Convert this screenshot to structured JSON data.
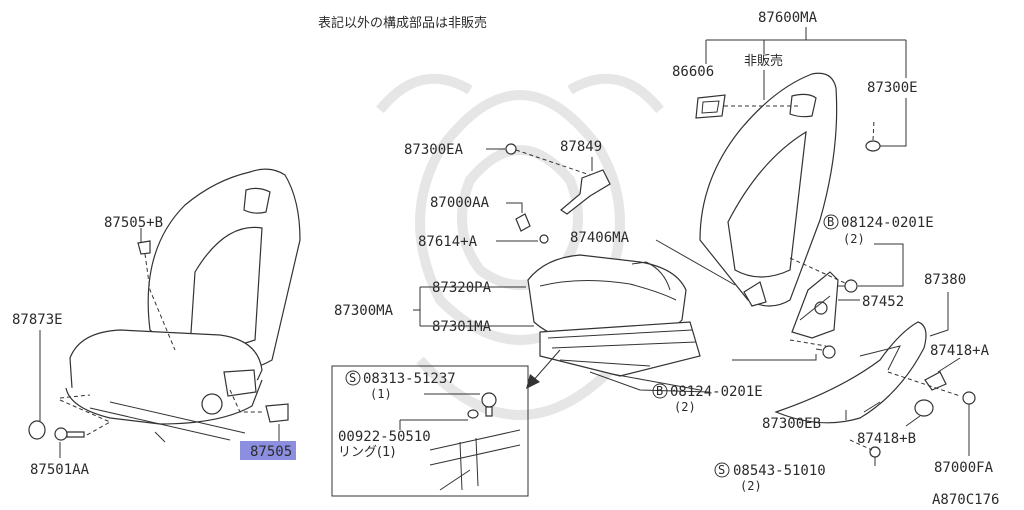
{
  "header": {
    "note": "表記以外の構成部品は非販売",
    "figure_id": "A870C176"
  },
  "labels": {
    "p87600MA": "87600MA",
    "p86606": "86606",
    "not_sold": "非販売",
    "p87300E": "87300E",
    "p87300EA": "87300EA",
    "p87849": "87849",
    "p87000AA": "87000AA",
    "p87614A": "87614+A",
    "p87406MA": "87406MA",
    "b08124_top": "08124-0201E",
    "b08124_top_qty": "(2)",
    "p87380": "87380",
    "p87452": "87452",
    "p87320PA": "87320PA",
    "p87300MA": "87300MA",
    "p87301MA": "87301MA",
    "p87505B": "87505+B",
    "p87873E": "87873E",
    "p87501AA": "87501AA",
    "p87505": "87505",
    "s08313": "08313-51237",
    "s08313_qty": "(1)",
    "p00922": "00922-50510",
    "ring": "リング(1)",
    "b08124_bot": "08124-0201E",
    "b08124_bot_qty": "(2)",
    "p87418A": "87418+A",
    "p87300EB": "87300EB",
    "p87418B": "87418+B",
    "s08543": "08543-51010",
    "s08543_qty": "(2)",
    "p87000FA": "87000FA",
    "circle_b": "B",
    "circle_s": "S"
  }
}
